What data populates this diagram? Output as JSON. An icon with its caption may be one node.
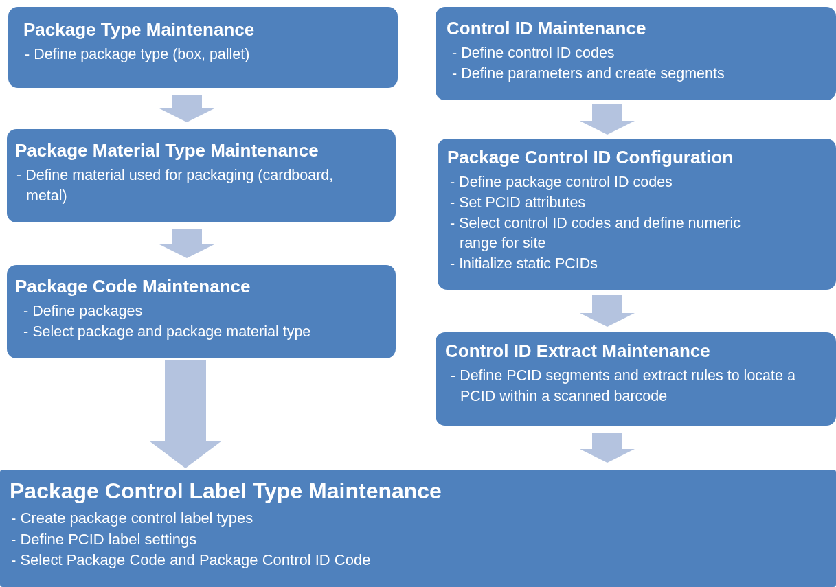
{
  "diagram": {
    "nodes": [
      {
        "text": [
          "Package Type Maintenance",
          "- Define package type (box, pallet)"
        ]
      },
      {
        "text": [
          "Package Material Type Maintenance",
          "- Define material used for packaging (cardboard, metal)"
        ]
      },
      {
        "text": [
          "Package Code Maintenance",
          "- Define packages",
          "- Select package and package material type"
        ]
      },
      {
        "text": [
          "Control ID Maintenance",
          "- Define control ID codes",
          "- Define parameters and create segments"
        ]
      },
      {
        "text": [
          "Package Control ID Configuration",
          "- Define package control ID codes",
          "- Set PCID attributes",
          "- Select control ID codes and define numeric range for site",
          "- Initialize static PCIDs"
        ]
      },
      {
        "text": [
          "Control ID Extract Maintenance",
          "- Define PCID segments and extract rules to locate a PCID within a scanned barcode"
        ]
      },
      {
        "text": [
          "Package Control Label Type Maintenance",
          "- Create package control label types",
          "- Define PCID label settings",
          "- Select Package Code and Package Control ID Code"
        ]
      }
    ],
    "edges": [
      {
        "from": 0,
        "to": 1,
        "arrow": "to"
      },
      {
        "from": 1,
        "to": 2,
        "arrow": "to"
      },
      {
        "from": 2,
        "to": 6,
        "arrow": "to"
      },
      {
        "from": 3,
        "to": 4,
        "arrow": "to"
      },
      {
        "from": 4,
        "to": 5,
        "arrow": "to"
      },
      {
        "from": 5,
        "to": 6,
        "arrow": "to"
      }
    ]
  }
}
